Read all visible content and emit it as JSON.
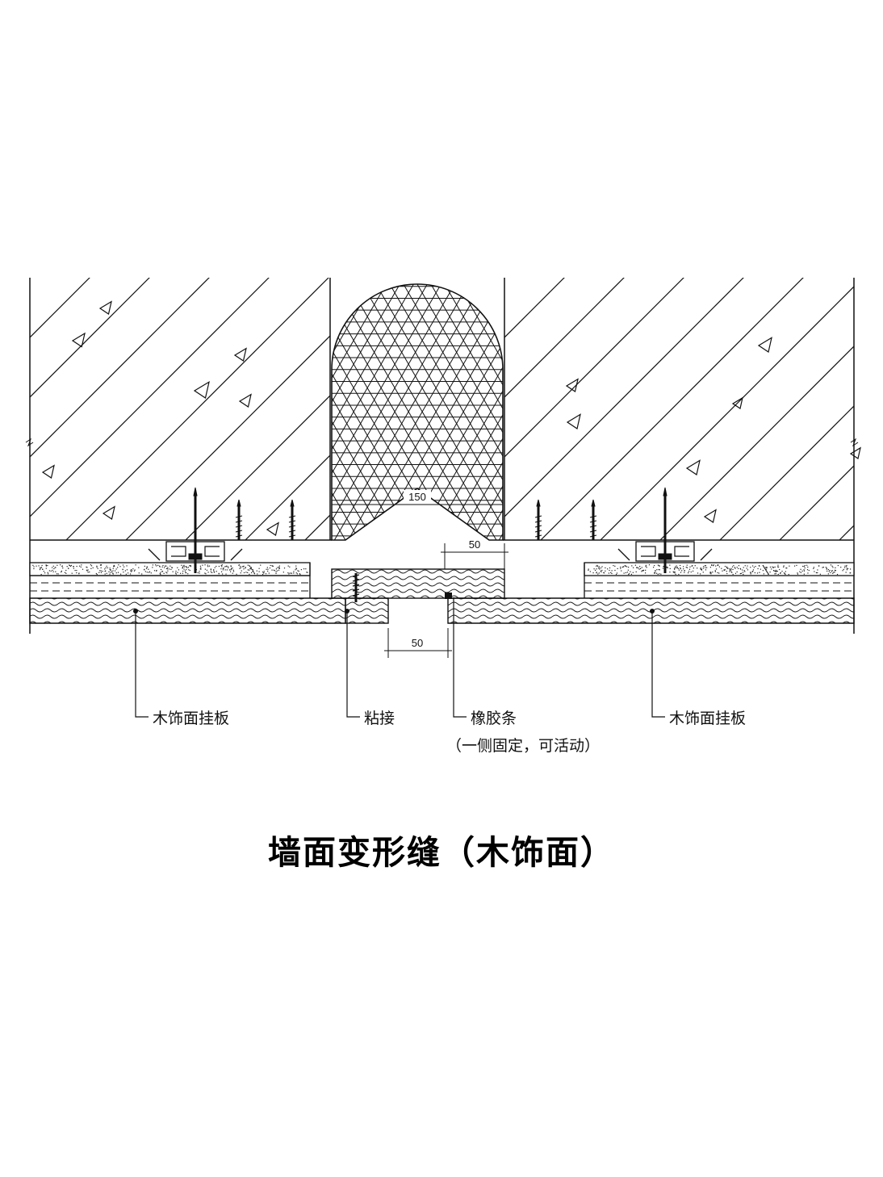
{
  "title": "墙面变形缝（木饰面）",
  "dimensions": {
    "gap_width": "150",
    "cover_offset": "50",
    "bottom_offset": "50"
  },
  "labels": {
    "left_panel": "木饰面挂板",
    "adhesive": "粘接",
    "rubber_strip": "橡胶条",
    "rubber_strip_note": "（一侧固定，可活动）",
    "right_panel": "木饰面挂板"
  },
  "colors": {
    "line": "#111111",
    "background": "#ffffff"
  }
}
